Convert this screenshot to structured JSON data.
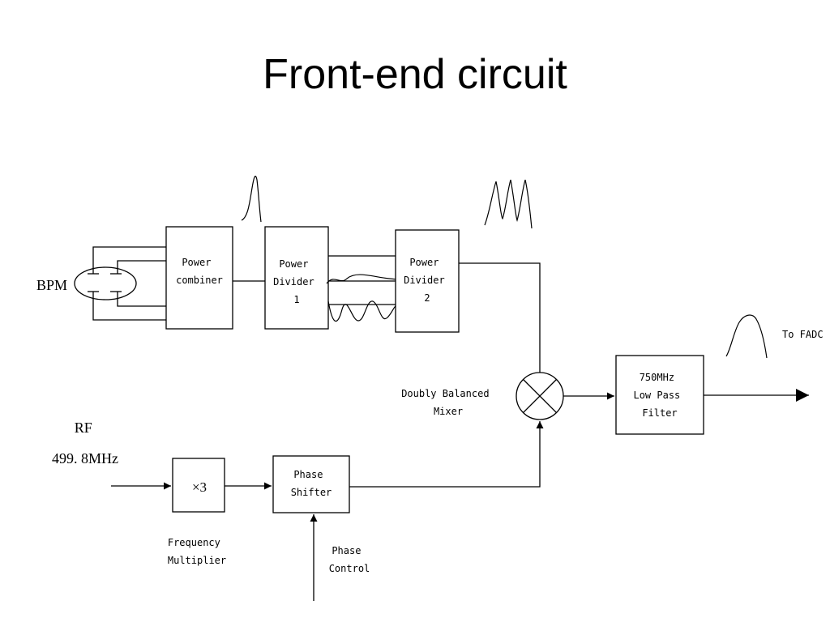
{
  "slide": {
    "title": "Front-end circuit"
  },
  "labels": {
    "bpm": "BPM",
    "power_combiner": [
      "Power",
      "combiner"
    ],
    "power_divider_1": [
      "Power",
      "Divider",
      "1"
    ],
    "power_divider_2": [
      "Power",
      "Divider",
      "2"
    ],
    "mixer": [
      "Doubly Balanced",
      "Mixer"
    ],
    "lpf": [
      "750MHz",
      "Low Pass",
      "Filter"
    ],
    "to_fadc": "To FADC",
    "rf": [
      "RF",
      "499. 8MHz"
    ],
    "multiplier_symbol": "×3",
    "phase_shifter": [
      "Phase",
      "Shifter"
    ],
    "frequency_multiplier": [
      "Frequency",
      "Multiplier"
    ],
    "phase_control": [
      "Phase",
      "Control"
    ]
  },
  "colors": {
    "ink": "#000000",
    "background": "#ffffff"
  }
}
